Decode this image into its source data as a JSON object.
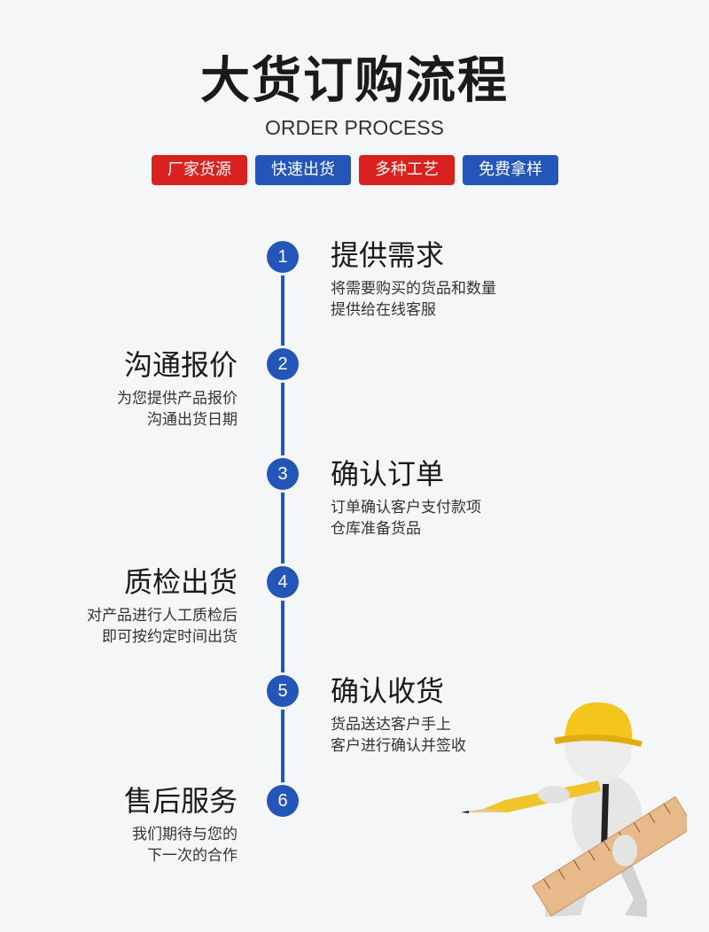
{
  "header": {
    "title": "大货订购流程",
    "subtitle": "ORDER PROCESS"
  },
  "badges": [
    {
      "label": "厂家货源",
      "color": "#d9211f"
    },
    {
      "label": "快速出货",
      "color": "#2356b8"
    },
    {
      "label": "多种工艺",
      "color": "#d9211f"
    },
    {
      "label": "免费拿样",
      "color": "#2356b8"
    }
  ],
  "steps": [
    {
      "number": "1",
      "title": "提供需求",
      "lines": [
        "将需要购买的货品和数量",
        "提供给在线客服"
      ]
    },
    {
      "number": "2",
      "title": "沟通报价",
      "lines": [
        "为您提供产品报价",
        "沟通出货日期"
      ]
    },
    {
      "number": "3",
      "title": "确认订单",
      "lines": [
        "订单确认客户支付款项",
        "仓库准备货品"
      ]
    },
    {
      "number": "4",
      "title": "质检出货",
      "lines": [
        "对产品进行人工质检后",
        "即可按约定时间出货"
      ]
    },
    {
      "number": "5",
      "title": "确认收货",
      "lines": [
        "货品送达客户手上",
        "客户进行确认并签收"
      ]
    },
    {
      "number": "6",
      "title": "售后服务",
      "lines": [
        "我们期待与您的",
        "下一次的合作"
      ]
    }
  ],
  "colors": {
    "accent_blue": "#2356b8",
    "accent_red": "#d9211f",
    "background": "#f5f6f8"
  }
}
